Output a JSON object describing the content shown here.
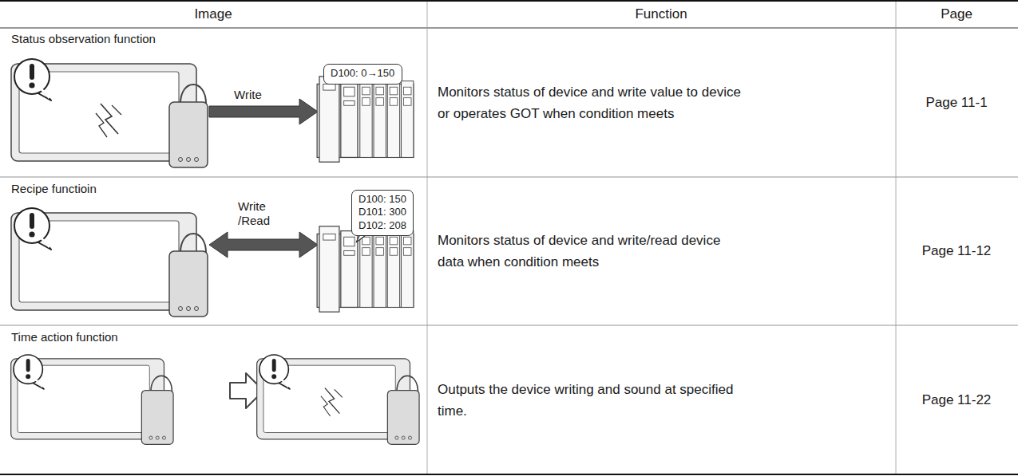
{
  "diagram": {
    "nodes": [
      {
        "text": [
          "D100: 0→150"
        ]
      },
      {
        "text": [
          "D100: 150",
          "D101: 300",
          "D102: 208"
        ]
      }
    ],
    "labels": [
      "Image",
      "Function",
      "Page",
      "Status observation function",
      "Write",
      "Monitors status of device and write value to device or operates GOT when condition meets",
      "Page 11-1",
      "Recipe functioin",
      "Write /Read",
      "Monitors status of device and write/read device data when condition meets",
      "Page 11-12",
      "Time action function",
      "Outputs the device writing and sound at specified time.",
      "Page 11-22"
    ]
  }
}
